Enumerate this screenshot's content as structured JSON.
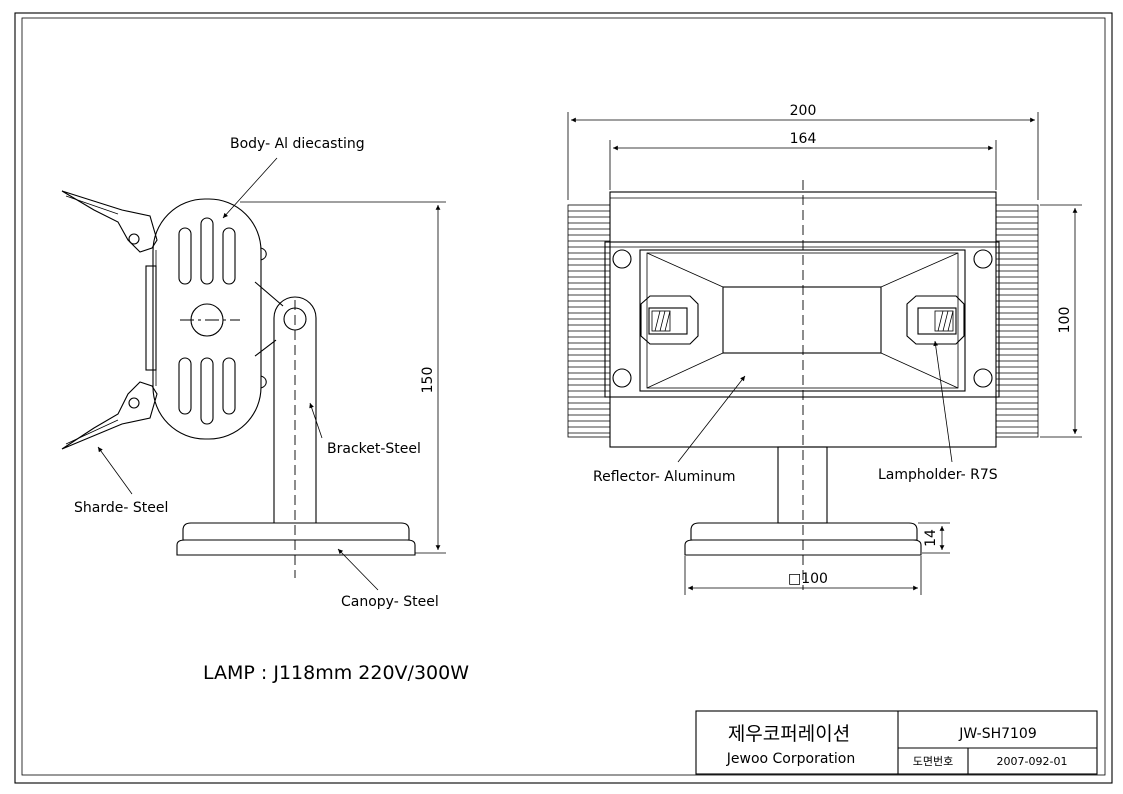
{
  "labels": {
    "body": "Body- Al diecasting",
    "bracket": "Bracket-Steel",
    "sharde": "Sharde- Steel",
    "canopy": "Canopy- Steel",
    "reflector": "Reflector- Aluminum",
    "lampholder": "Lampholder- R7S"
  },
  "dimensions": {
    "side_height": "150",
    "front_total_width": "200",
    "front_inner_width": "164",
    "front_height": "100",
    "base_height": "14",
    "base_square": "□100"
  },
  "lamp_spec": "LAMP : J118mm 220V/300W",
  "title_block": {
    "company_ko": "제우코퍼레이션",
    "company_en": "Jewoo Corporation",
    "model": "JW-SH7109",
    "drawing_no_label": "도면번호",
    "drawing_no": "2007-092-01"
  }
}
